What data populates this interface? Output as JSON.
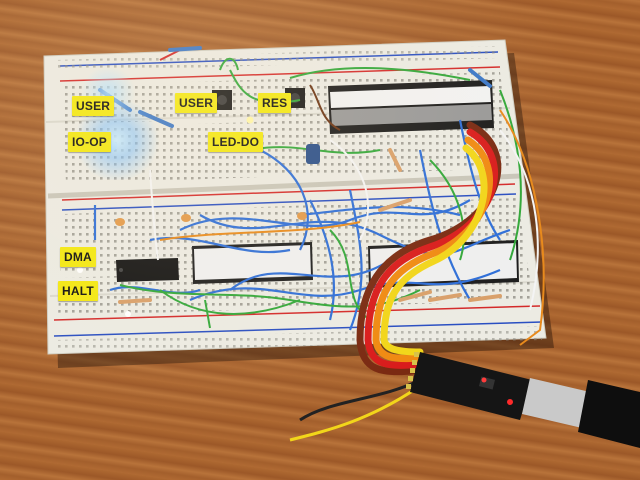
{
  "labels": {
    "user_left": "USER",
    "io_op": "IO-OP",
    "user_button": "USER",
    "res": "RES",
    "led_d0": "LED-DO",
    "dma": "DMA",
    "halt": "HALT"
  },
  "colors": {
    "wood": "#a8632f",
    "breadboard": "#ecebe3",
    "rail_red": "#d42a2a",
    "rail_blue": "#2a4fc2",
    "label_yellow": "#f3e812",
    "ribbon": [
      "#7a2a12",
      "#d91c1c",
      "#f08a12",
      "#f2d61a"
    ],
    "wire_blue": "#2f6fd8",
    "wire_green": "#33a83a",
    "led_blue_glow": "#9fd2ff"
  },
  "icons": [
    "breadboard",
    "ic-chip",
    "push-button",
    "led",
    "resistor",
    "capacitor",
    "ribbon-cable",
    "usb-serial-adapter"
  ]
}
